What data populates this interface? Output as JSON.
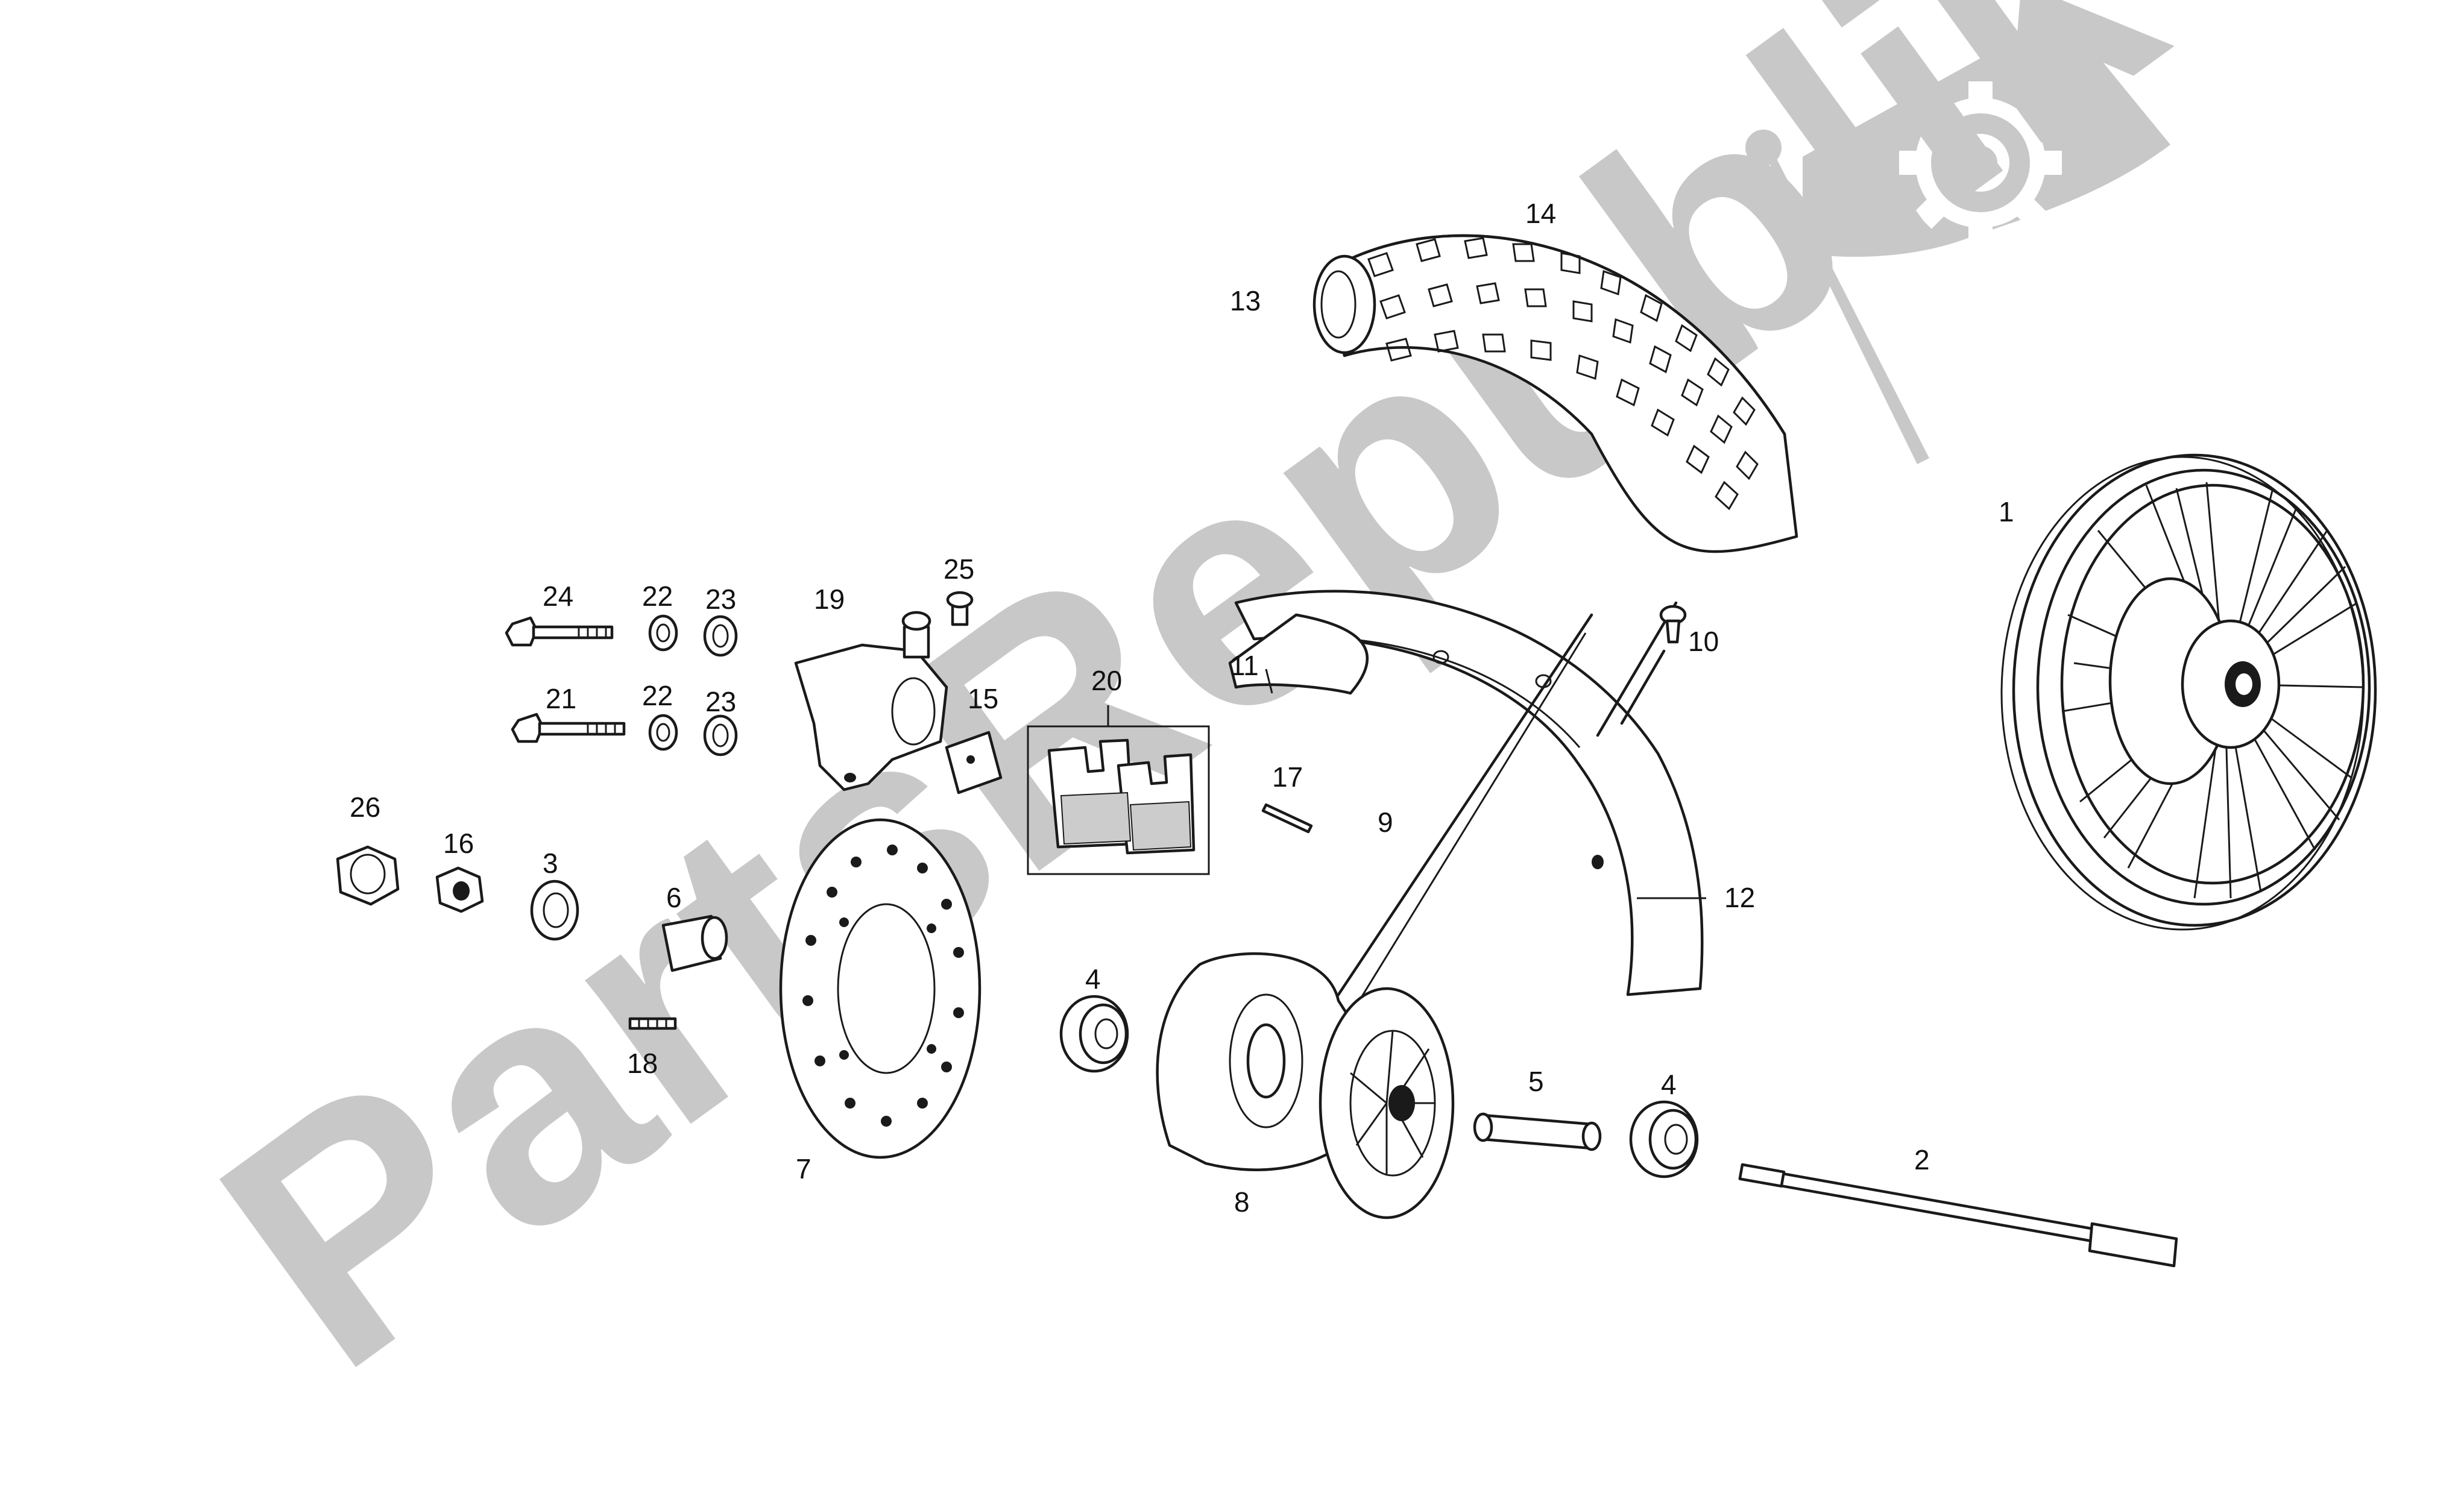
{
  "watermark": {
    "text": "PartsRepublik",
    "logo_icon": "gear-flag-icon",
    "color": "#c8c8c8"
  },
  "part_labels": {
    "p1": "1",
    "p2": "2",
    "p3": "3",
    "p4a": "4",
    "p4b": "4",
    "p5": "5",
    "p6": "6",
    "p7": "7",
    "p8": "8",
    "p9": "9",
    "p10": "10",
    "p11": "11",
    "p12": "12",
    "p13": "13",
    "p14": "14",
    "p15": "15",
    "p16": "16",
    "p17": "17",
    "p18": "18",
    "p19": "19",
    "p20": "20",
    "p21": "21",
    "p22a": "22",
    "p22b": "22",
    "p23a": "23",
    "p23b": "23",
    "p24": "24",
    "p25": "25",
    "p26": "26"
  }
}
